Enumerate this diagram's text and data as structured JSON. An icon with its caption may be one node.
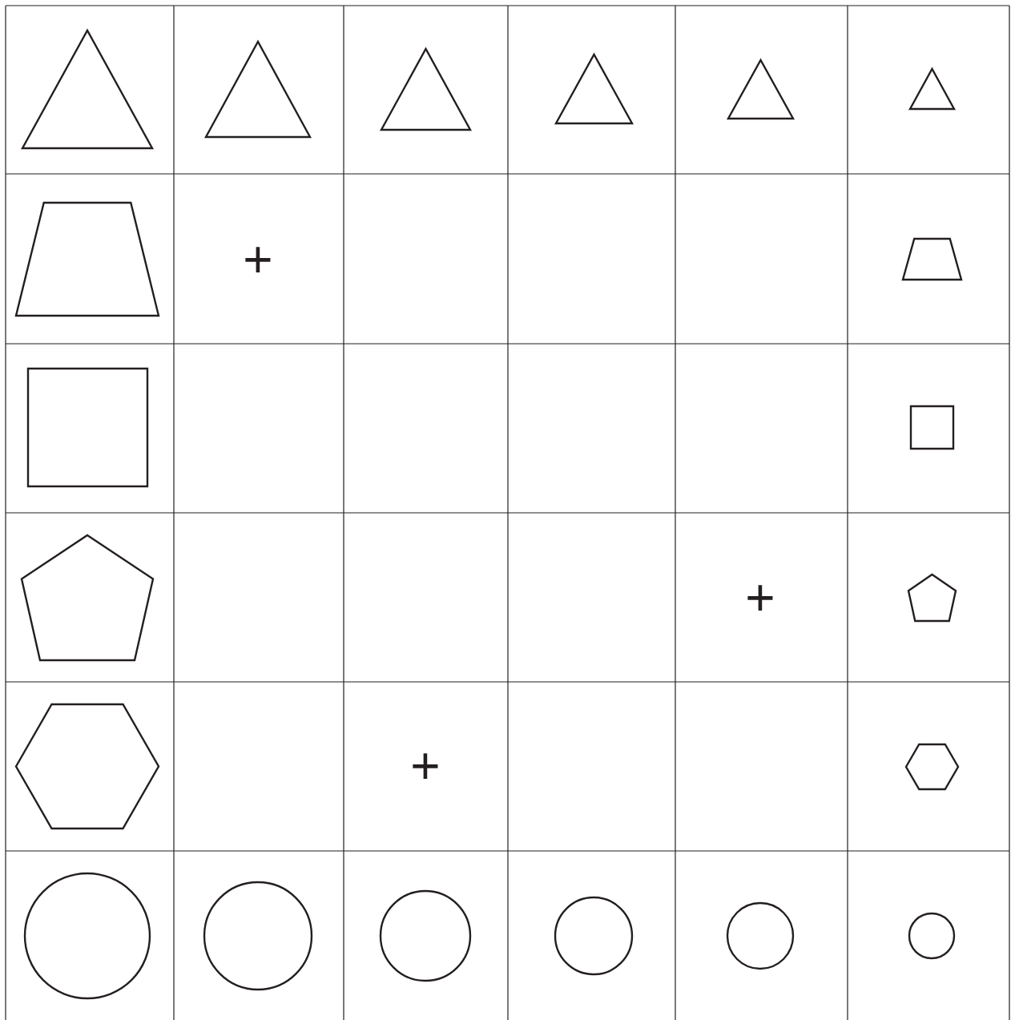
{
  "diagram": {
    "nodes": [
      {
        "text": [],
        "shape": "triangle"
      },
      {
        "text": [],
        "shape": "triangle"
      },
      {
        "text": [],
        "shape": "triangle"
      },
      {
        "text": [],
        "shape": "triangle"
      },
      {
        "text": [],
        "shape": "triangle"
      },
      {
        "text": [],
        "shape": "triangle"
      },
      {
        "text": [],
        "shape": "trapezoid"
      },
      {
        "text": [],
        "shape": "trapezoid"
      },
      {
        "text": [],
        "shape": "square"
      },
      {
        "text": [],
        "shape": "square"
      },
      {
        "text": [],
        "shape": "pentagon"
      },
      {
        "text": [],
        "shape": "pentagon"
      },
      {
        "text": [],
        "shape": "hexagon"
      },
      {
        "text": [],
        "shape": "hexagon"
      },
      {
        "text": [],
        "shape": "circle"
      },
      {
        "text": [],
        "shape": "circle"
      },
      {
        "text": [],
        "shape": "circle"
      },
      {
        "text": [],
        "shape": "circle"
      },
      {
        "text": [],
        "shape": "circle"
      },
      {
        "text": [],
        "shape": "circle"
      }
    ],
    "labels": [
      "+",
      "+",
      "+"
    ]
  }
}
